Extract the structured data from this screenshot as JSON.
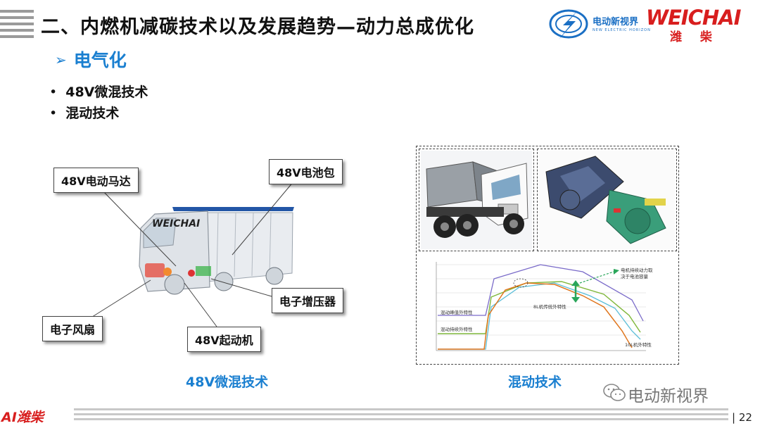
{
  "title": "二、内燃机减碳技术以及发展趋势—动力总成优化",
  "brand": {
    "name_cn": "电动新视界",
    "name_en": "NEW ELECTRIC HORIZON",
    "weichai": "WEICHAI",
    "weichai_cn": "潍 柴"
  },
  "section": {
    "arrow": "➢",
    "label": "电气化"
  },
  "bullets": [
    "48V微混技术",
    "混动技术"
  ],
  "truck": {
    "body_logo": "WEICHAI",
    "callouts": {
      "motor": "48V电动马达",
      "battery": "48V电池包",
      "turbo": "电子增压器",
      "fan": "电子风扇",
      "starter": "48V起动机"
    }
  },
  "captions": {
    "mild": "48V微混技术",
    "hybrid": "混动技术"
  },
  "graph": {
    "annotations": {
      "motor_power": "电机持续动力取\n决于电池容量",
      "engine_8l": "8L机传统外特性",
      "engine_10l": "10L机外特性",
      "hybrid_peak": "混动峰值外特性",
      "hybrid_cont": "混动持续外特性"
    }
  },
  "footer": {
    "logo": "AI潍柴",
    "watermark": "电动新视界",
    "page": "| 22"
  }
}
